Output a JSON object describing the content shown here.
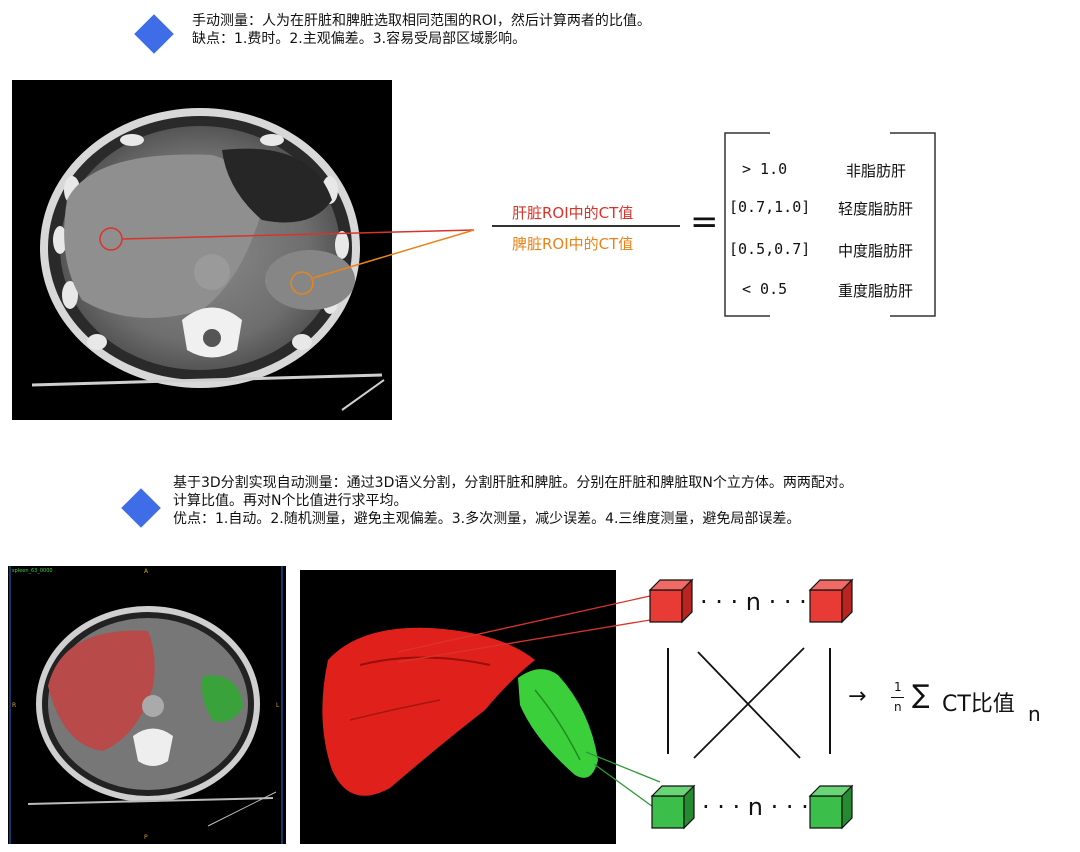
{
  "colors": {
    "accent": "#3f6de8",
    "liver": "#d9342b",
    "spleen": "#e8841a",
    "green": "#3cb44a"
  },
  "section1": {
    "line1": "手动测量：人为在肝脏和脾脏选取相同范围的ROI，然后计算两者的比值。",
    "line2": "缺点：1.费时。2.主观偏差。3.容易受局部区域影响。"
  },
  "formula": {
    "numerator": "肝脏ROI中的CT值",
    "denominator": "脾脏ROI中的CT值",
    "equals": "="
  },
  "table": [
    {
      "range": "> 1.0",
      "label": "非脂肪肝"
    },
    {
      "range": "[0.7,1.0]",
      "label": "轻度脂肪肝"
    },
    {
      "range": "[0.5,0.7]",
      "label": "中度脂肪肝"
    },
    {
      "range": "< 0.5",
      "label": "重度脂肪肝"
    }
  ],
  "section2": {
    "line1": "基于3D分割实现自动测量：通过3D语义分割，分割肝脏和脾脏。分别在肝脏和脾脏取N个立方体。两两配对。",
    "line2": "计算比值。再对N个比值进行求平均。",
    "line3": "优点：1.自动。2.随机测量，避免主观偏差。3.多次测量，减少误差。4.三维度测量，避免局部误差。"
  },
  "cubes": {
    "dots_n": "· · · n · · ·"
  },
  "result": {
    "arrow": "→",
    "one": "1",
    "n": "n",
    "sigma": "∑",
    "text": "CT比值",
    "sub": "n"
  },
  "viewer": {
    "file_label": "spleen_63_0000",
    "top_marker": "A",
    "left_marker": "R",
    "right_marker": "L",
    "bottom_marker": "P"
  }
}
